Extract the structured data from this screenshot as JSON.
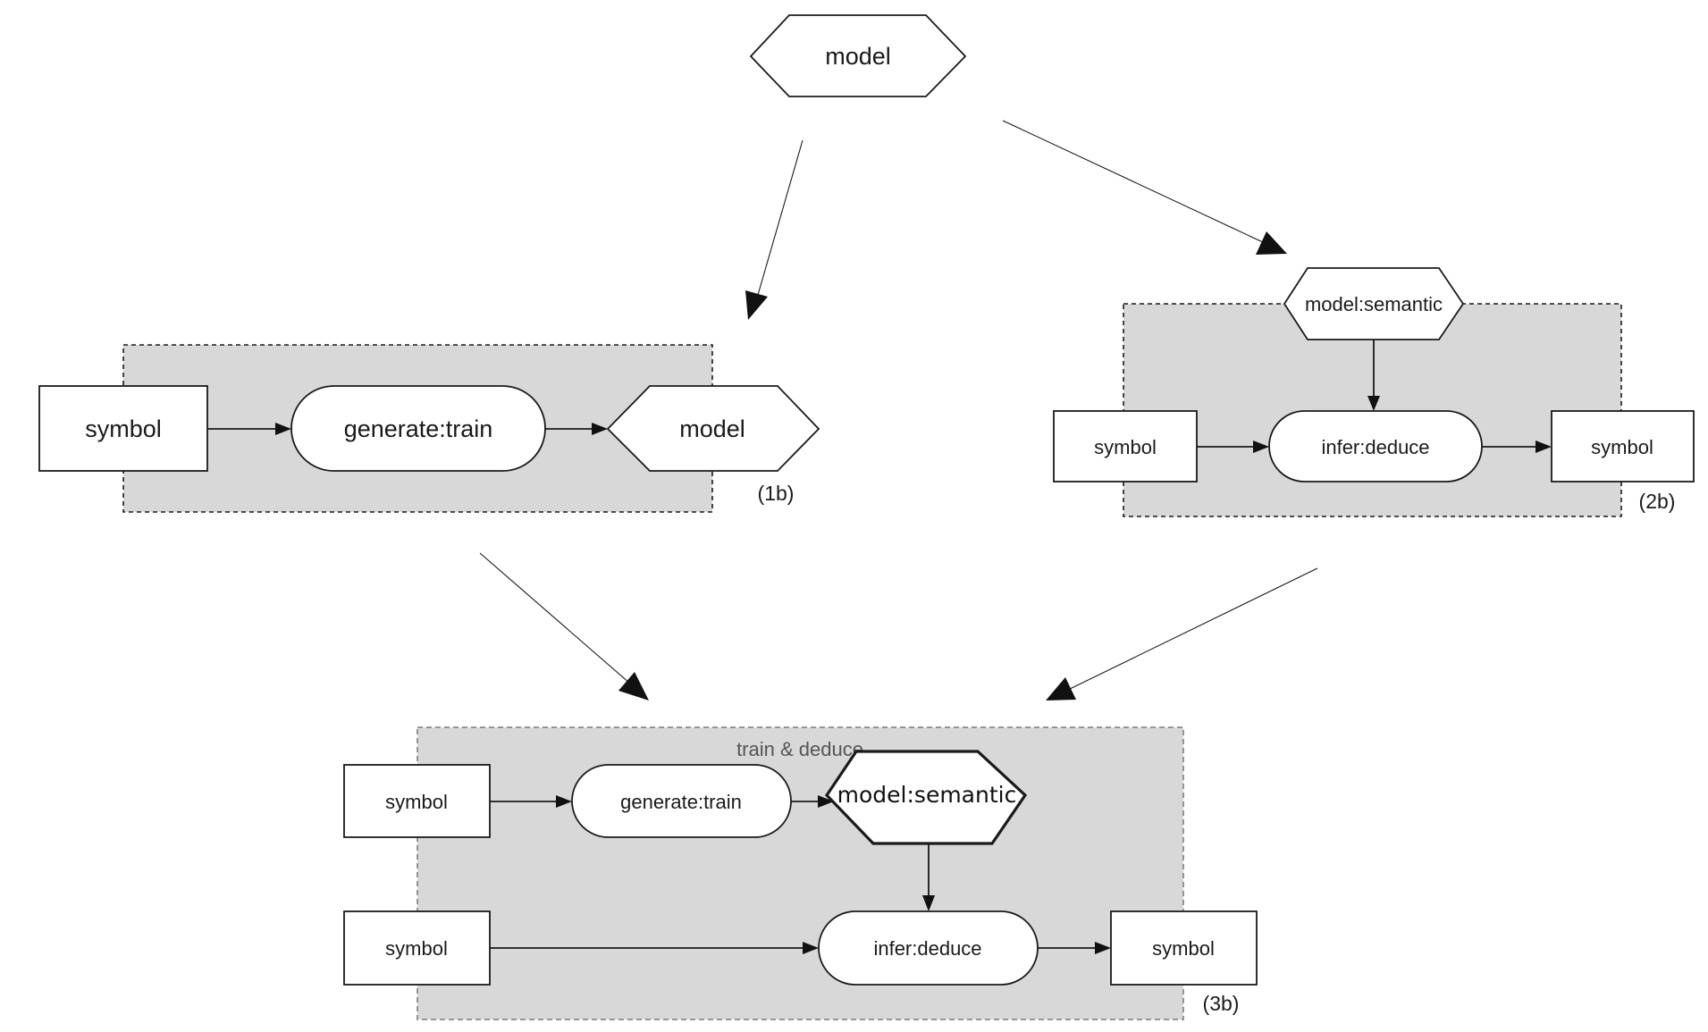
{
  "top": {
    "model_label": "model"
  },
  "panel_1b": {
    "tag": "(1b)",
    "symbol_label": "symbol",
    "process_label": "generate:train",
    "model_label": "model"
  },
  "panel_2b": {
    "tag": "(2b)",
    "model_label": "model:semantic",
    "input_symbol_label": "symbol",
    "process_label": "infer:deduce",
    "output_symbol_label": "symbol"
  },
  "panel_3b": {
    "tag": "(3b)",
    "group_title": "train & deduce",
    "train_symbol_label": "symbol",
    "train_process_label": "generate:train",
    "model_label": "model:semantic",
    "infer_symbol_label": "symbol",
    "infer_process_label": "infer:deduce",
    "output_symbol_label": "symbol"
  }
}
